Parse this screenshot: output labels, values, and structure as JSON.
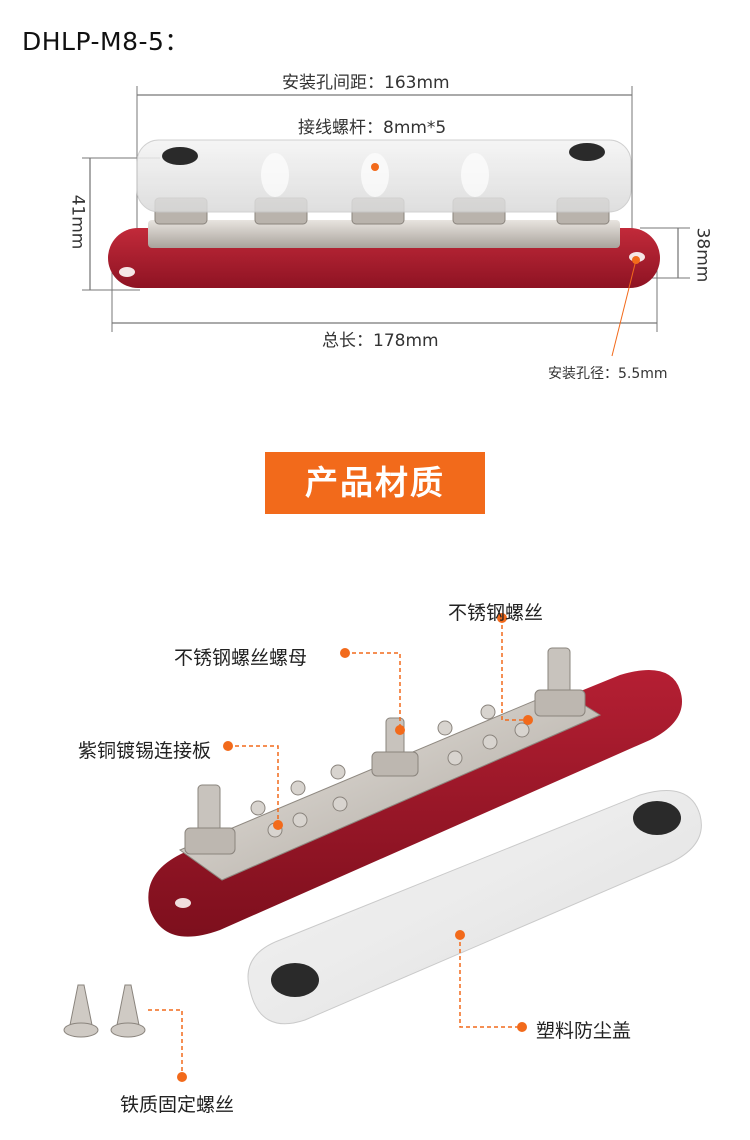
{
  "model": "DHLP-M8-5：",
  "dimensions": {
    "mount_spacing": "安装孔间距：163mm",
    "stud_spec": "接线螺杆：8mm*5",
    "height": "41mm",
    "base_height": "38mm",
    "total_length": "总长：178mm",
    "hole_diameter": "安装孔径：5.5mm"
  },
  "section_title": "产品材质",
  "callouts": {
    "stainless_bolt": "不锈钢螺丝",
    "stainless_nut": "不锈钢螺丝螺母",
    "copper_plate": "紫铜镀锡连接板",
    "plastic_cover": "塑料防尘盖",
    "iron_screws": "铁质固定螺丝"
  },
  "colors": {
    "accent": "#f26a1b",
    "base_red": "#a51a2c",
    "metal": "#cfc9c2"
  }
}
